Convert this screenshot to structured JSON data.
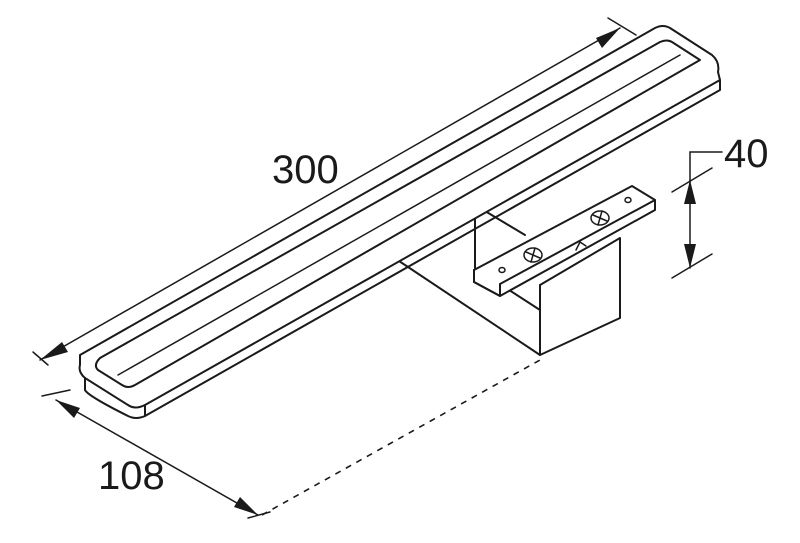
{
  "dimensions": {
    "length": "300",
    "depth": "108",
    "height": "40"
  },
  "colors": {
    "line": "#1a1a1a",
    "background": "#ffffff"
  }
}
